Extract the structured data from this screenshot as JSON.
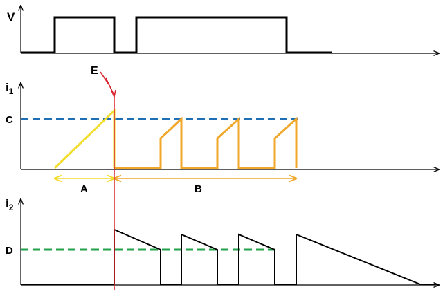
{
  "labels": {
    "v": "V",
    "i1": "i",
    "i1_sub": "1",
    "i2": "i",
    "i2_sub": "2",
    "e": "E",
    "c": "C",
    "d": "D",
    "a": "A",
    "b": "B"
  },
  "colors": {
    "axis": "#000000",
    "voltage": "#000000",
    "ramp_a": "#f2dc2c",
    "pulses_b": "#f0a72a",
    "i2_trace": "#000000",
    "level_c": "#1f6fb5",
    "level_d": "#23a24a",
    "marker_e": "#d9232e",
    "span_a": "#f2dc2c",
    "span_b": "#f0a72a"
  }
}
